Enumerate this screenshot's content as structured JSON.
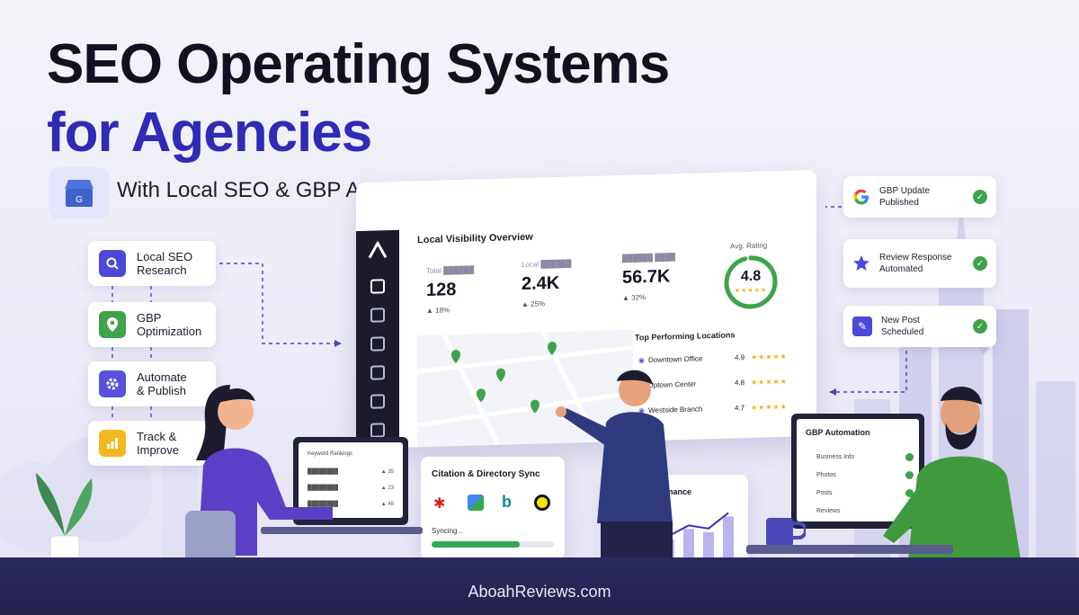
{
  "hero": {
    "title_line1": "SEO Operating Systems",
    "title_line2": "for Agencies",
    "subtitle": "With Local SEO & GBP Automation",
    "badge_icon": "gbp-store-icon"
  },
  "workflow_steps": [
    {
      "label": "Local SEO\nResearch",
      "icon": "search-icon",
      "color": "#4b49d9"
    },
    {
      "label": "GBP\nOptimization",
      "icon": "map-pin-icon",
      "color": "#3ea34a"
    },
    {
      "label": "Automate\n& Publish",
      "icon": "gear-icon",
      "color": "#5b4fe0"
    },
    {
      "label": "Track &\nImprove",
      "icon": "bar-chart-icon",
      "color": "#f3b821"
    }
  ],
  "dashboard": {
    "heading": "Local Visibility Overview",
    "stats": [
      {
        "label": "Total ██████",
        "value": "128",
        "change": "▲ 18%"
      },
      {
        "label": "Local ██████",
        "value": "2.4K",
        "change": "▲ 25%"
      },
      {
        "label": "██████ ████",
        "value": "56.7K",
        "change": "▲ 32%"
      }
    ],
    "rating": {
      "label": "Avg. Rating",
      "value": "4.8",
      "stars": "★★★★★",
      "fraction": 0.96
    },
    "top_locations_heading": "Top Performing Locations",
    "locations": [
      {
        "name": "Downtown Office",
        "rating": "4.9",
        "stars": "★★★★★"
      },
      {
        "name": "Uptown Center",
        "rating": "4.8",
        "stars": "★★★★★"
      },
      {
        "name": "Westside Branch",
        "rating": "4.7",
        "stars": "★★★★★"
      }
    ]
  },
  "notifications": [
    {
      "text": "GBP Update Published",
      "icon": "google-icon"
    },
    {
      "text": "Review Response\nAutomated",
      "icon": "star-icon"
    },
    {
      "text": "New Post Scheduled",
      "icon": "edit-icon"
    }
  ],
  "citation": {
    "heading": "Citation & Directory Sync",
    "status": "Syncing...",
    "progress": 0.72,
    "icons": [
      "yelp-icon",
      "maps-icon",
      "bing-icon",
      "tripadvisor-icon"
    ]
  },
  "performance": {
    "heading": "Local Performance",
    "bars": [
      0.25,
      0.42,
      0.38,
      0.58,
      0.52,
      0.82
    ]
  },
  "laptop": {
    "heading": "Keyword Rankings",
    "rows": [
      {
        "label": "████████",
        "value": "▲ 35"
      },
      {
        "label": "████████",
        "value": "▲ 23"
      },
      {
        "label": "████████",
        "value": "▲ 48"
      }
    ]
  },
  "gbp_panel": {
    "heading": "GBP Automation",
    "items": [
      "Business Info",
      "Photos",
      "Posts",
      "Reviews"
    ]
  },
  "footer": {
    "site": "AboahReviews.com"
  },
  "colors": {
    "brand": "#2f2bb5",
    "accent_green": "#3ea34a",
    "star": "#f2b31c",
    "dark": "#1b1b2b"
  }
}
